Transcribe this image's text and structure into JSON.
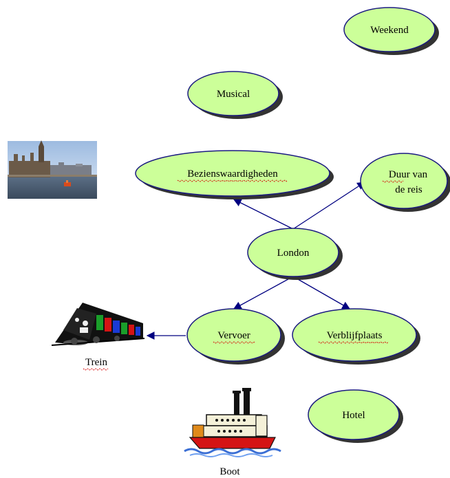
{
  "nodes": {
    "weekend": "Weekend",
    "musical": "Musical",
    "bezienswaardigheden": "Bezienswaardigheden",
    "duur_line1": "Duur van",
    "duur_line2": "de reis",
    "london": "London",
    "vervoer": "Vervoer",
    "verblijfplaats": "Verblijfplaats",
    "hotel": "Hotel"
  },
  "image_labels": {
    "trein": "Trein",
    "boot": "Boot"
  },
  "colors": {
    "node_fill": "#ccff99",
    "node_stroke": "#1a1a80",
    "node_shadow": "#333333",
    "edge": "#000080",
    "spellcheck": "#d40000"
  },
  "icons": [
    "london-parliament-photo",
    "train-clipart",
    "steamboat-clipart"
  ]
}
